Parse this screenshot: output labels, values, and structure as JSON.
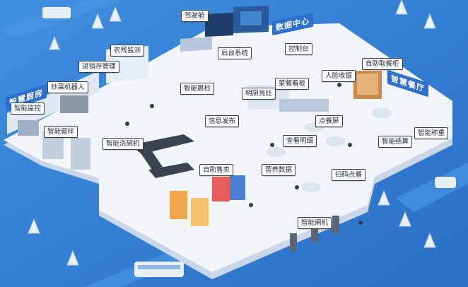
{
  "zones": {
    "kitchen": "智慧厨房",
    "data_center": "数据中心",
    "dining_hall": "智慧餐厅"
  },
  "labels": {
    "cockpit": "驾驶舱",
    "backend": "后台系统",
    "control": "控制台",
    "pesticide": "农残监测",
    "inventory": "进销存管理",
    "robot": "炒菜机器人",
    "smart_monitor": "智能监控",
    "smart_sample": "智能留样",
    "smart_dishwasher": "智能洗碗机",
    "inspection": "智能晨检",
    "open_kitchen": "明厨亮灶",
    "info_release": "信息发布",
    "dish_board": "菜餐看板",
    "face_checkout": "人脸收银",
    "auto_cabinet": "自助取餐柜",
    "order_screen": "点餐屏",
    "smart_scale": "智能称重",
    "view_details": "查看明细",
    "smart_settlement": "智能结算",
    "auto_sale": "自助售卖",
    "nutrition": "营养数据",
    "scan_order": "扫码点餐",
    "smart_gate": "智能闸机"
  },
  "colors": {
    "background": "#2f7fd6",
    "platform_top": "#f2f6fb",
    "platform_edge": "#c9d7e8",
    "zone_blue": "#2d6fce",
    "accent_green": "#4caf50",
    "label_border": "#3a3f49"
  }
}
